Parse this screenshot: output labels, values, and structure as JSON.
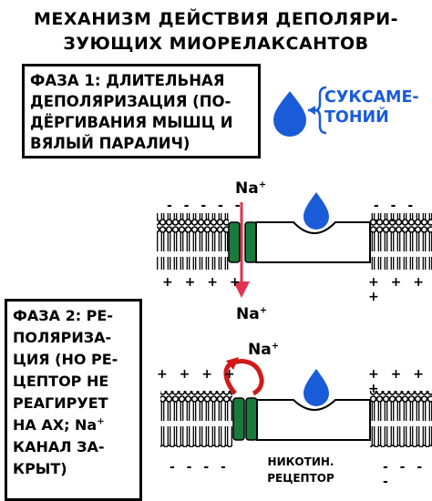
{
  "title": {
    "line1": "МЕХАНИЗМ ДЕЙСТВИЯ ДЕПОЛЯРИ-",
    "line2": "ЗУЮЩИХ МИОРЕЛАКСАНТОВ"
  },
  "phase1": {
    "lines": [
      "ФАЗА 1: ДЛИТЕЛЬНАЯ",
      "ДЕПОЛЯРИЗАЦИЯ  (ПО-",
      "ДЁРГИВАНИЯ МЫШЦ И",
      "ВЯЛЫЙ ПАРАЛИЧ)"
    ]
  },
  "drug": {
    "line1": "СУКСАМЕ-",
    "line2": "ТОНИЙ"
  },
  "ion": {
    "symbol": "Na",
    "charge": "+"
  },
  "membrane": {
    "negative": "- - - - -",
    "positive": "+ + + +",
    "negative_short": "- - - -"
  },
  "phase2": {
    "lines": [
      "ФАЗА 2:  РЕ-",
      "ПОЛЯРИЗА-",
      "ЦИЯ (НО РЕ-",
      "ЦЕПТОР НЕ",
      "РЕАГИРУЕТ",
      "НА  АХ; Na",
      "КАНАЛ ЗА-",
      "КРЫТ)"
    ],
    "superscript": "+"
  },
  "receptor": {
    "line1": "НИКОТИН.",
    "line2": "РЕЦЕПТОР"
  },
  "colors": {
    "drug": "#1a5cd8",
    "arrow_in": "#e0334f",
    "arrow_out": "#d21818",
    "channel": "#1a7a3c"
  }
}
